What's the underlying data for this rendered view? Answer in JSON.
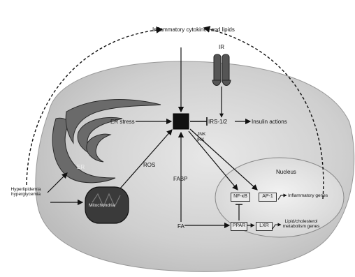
{
  "labels": {
    "inflammatory": "Inflammatory cytokines and lipids",
    "ir": "IR",
    "irs": "IRS-1/2",
    "insulin_actions": "Insulin actions",
    "er_stress": "ER stress",
    "jnk": "JNK",
    "ikk": "IKK",
    "ros": "ROS",
    "fabp": "FABP",
    "fa": "FA",
    "er": "ER",
    "mitochondria": "Mitochondria",
    "nucleus": "Nucleus",
    "nfkb": "NF-κB",
    "ap1": "AP-1",
    "inflammatory_genes": "Inflammatory genes",
    "ppar": "PPAR",
    "lxr": "LXR",
    "lipid_genes": "Lipid/cholesterol metabolism genes",
    "hyperlipidemia": "Hyperlipidemia hyperglycemia"
  },
  "colors": {
    "cell_fill": "#cfcfcf",
    "nucleus_fill": "#e2e2e2",
    "kinase_fill": "#111111",
    "mito_fill": "#3a3a3a",
    "er_fill": "#6a6a6a",
    "line": "#111111"
  }
}
